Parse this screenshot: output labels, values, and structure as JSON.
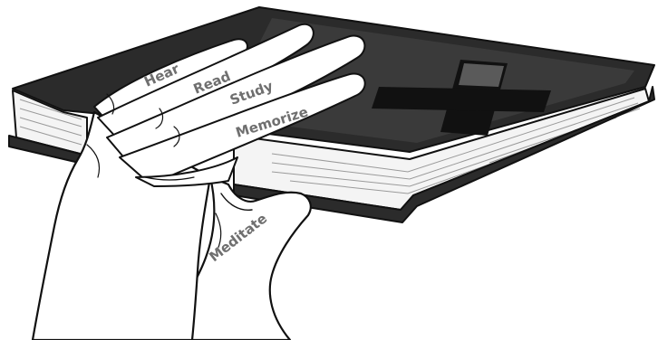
{
  "labels": {
    "hear": "Hear",
    "read": "Read",
    "study": "Study",
    "memorize": "Memorize",
    "meditate": "Meditate"
  },
  "colors": {
    "cover": "#2b2b2b",
    "cross": "#111111",
    "pages": "#f4f4f4",
    "skin": "#ffffff",
    "label": "#6f6f6f"
  }
}
